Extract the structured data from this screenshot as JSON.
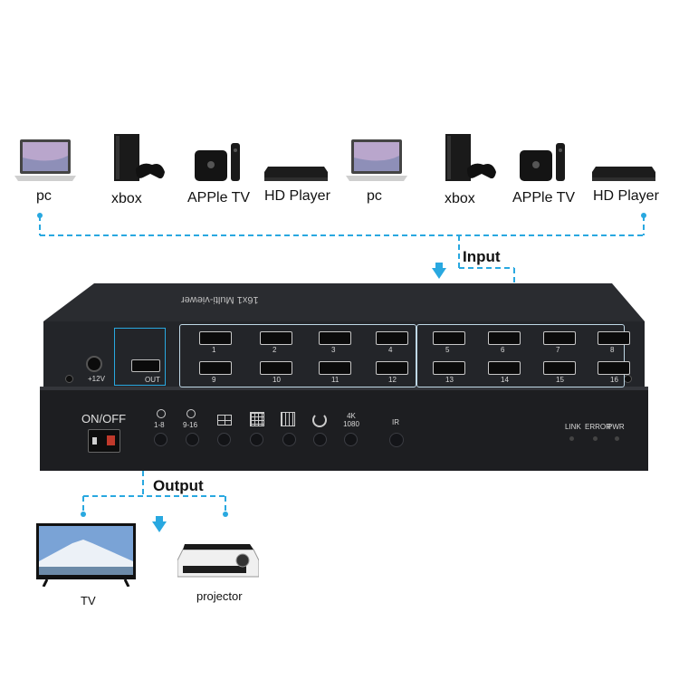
{
  "sources": [
    {
      "label": "pc",
      "icon": "laptop-icon"
    },
    {
      "label": "xbox",
      "icon": "game-console-icon"
    },
    {
      "label": "APPle TV",
      "icon": "apple-tv-icon"
    },
    {
      "label": "HD Player",
      "icon": "media-player-icon"
    },
    {
      "label": "pc",
      "icon": "laptop-icon"
    },
    {
      "label": "xbox",
      "icon": "game-console-icon"
    },
    {
      "label": "APPle TV",
      "icon": "apple-tv-icon"
    },
    {
      "label": "HD Player",
      "icon": "media-player-icon"
    }
  ],
  "labels": {
    "input": "Input",
    "output": "Output"
  },
  "device": {
    "top_text": "16x1 Multi-viewer",
    "power_label": "+12V",
    "out_label": "OUT",
    "port_numbers": [
      "1",
      "2",
      "3",
      "4",
      "5",
      "6",
      "7",
      "8",
      "9",
      "10",
      "11",
      "12",
      "13",
      "14",
      "15",
      "16"
    ],
    "onoff_label": "ON/OFF",
    "buttons": [
      "1-8",
      "9-16",
      "",
      "",
      "",
      "",
      "4K 1080"
    ],
    "ir_label": "IR",
    "leds": [
      "LINK",
      "ERROR",
      "PWR"
    ]
  },
  "outputs": [
    {
      "label": "TV",
      "icon": "tv-icon"
    },
    {
      "label": "projector",
      "icon": "projector-icon"
    }
  ],
  "colors": {
    "connector": "#29a8e0",
    "device_body": "#222428",
    "device_front": "#1c1d20"
  }
}
